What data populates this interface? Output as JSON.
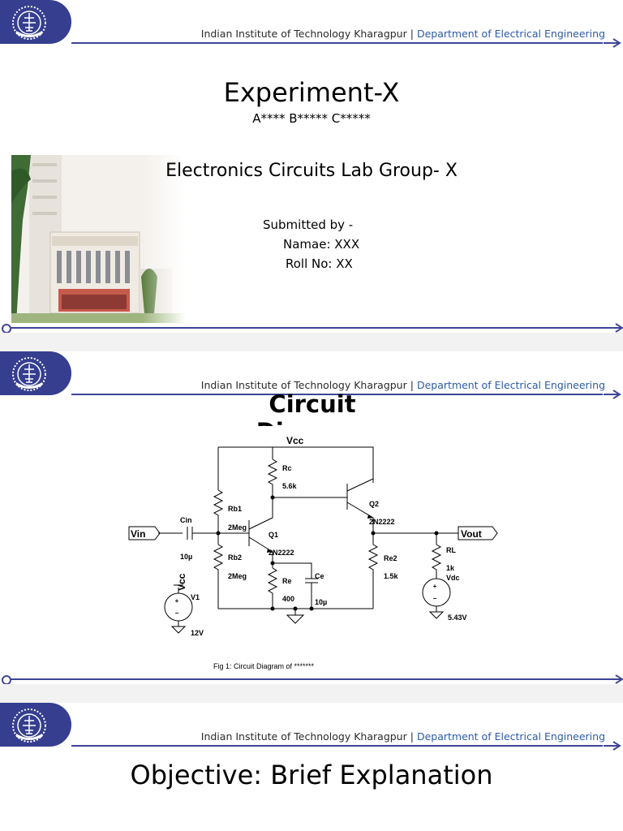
{
  "header": {
    "institute": "Indian Institute of Technology Kharagpur",
    "separator": "|",
    "department": "Department of Electrical Engineering"
  },
  "slide1": {
    "title": "Experiment-X",
    "authors": "A**** B***** C*****",
    "subtitle": "Electronics Circuits Lab Group- X",
    "submitted_by": "Submitted by -",
    "name_line": "Namae: XXX",
    "roll_line": "Roll No: XX"
  },
  "slide2": {
    "title_line1": "Circuit",
    "title_line2": "Diagram",
    "caption": "Fig 1: Circuit Diagram of *******",
    "circuit_labels": {
      "vcc_top": "Vcc",
      "rc": "Rc",
      "rc_val": "5.6k",
      "q2": "Q2",
      "q2_model": "2N2222",
      "rb1": "Rb1",
      "rb1_val": "2Meg",
      "q1": "Q1",
      "q1_model": "2N2222",
      "cin": "Cin",
      "cin_val": "10µ",
      "vin": "Vin",
      "vout": "Vout",
      "rb2": "Rb2",
      "rb2_val": "2Meg",
      "re": "Re",
      "re_val": "400",
      "ce": "Ce",
      "ce_val": "10µ",
      "re2": "Re2",
      "re2_val": "1.5k",
      "rl": "RL",
      "rl_val": "1k",
      "vdc": "Vdc",
      "vdc_val": "5.43V",
      "vcc_side": "Vcc",
      "v1": "V1",
      "v1_val": "12V"
    }
  },
  "slide3": {
    "title": "Objective: Brief Explanation"
  },
  "colors": {
    "brand_blue": "#353e8f",
    "dept_text": "#2d5aa8"
  }
}
